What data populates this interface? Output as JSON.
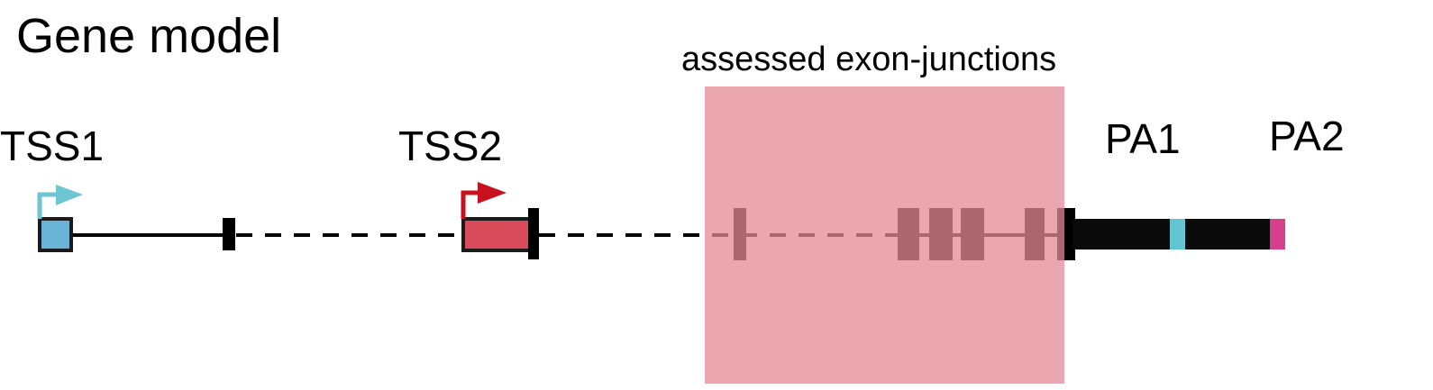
{
  "title": "Gene model",
  "region": {
    "label": "assessed exon-junctions",
    "color": "#e38a95"
  },
  "labels": {
    "tss1": "TSS1",
    "tss2": "TSS2",
    "pa1": "PA1",
    "pa2": "PA2"
  },
  "colors": {
    "tss1": "#6ec6d4",
    "tss1_exon": "#69b3d6",
    "tss2": "#c8101e",
    "tss2_exon": "#d94a5a",
    "pa1": "#63c5d1",
    "pa2": "#d63f8c",
    "gene": "#000000"
  }
}
